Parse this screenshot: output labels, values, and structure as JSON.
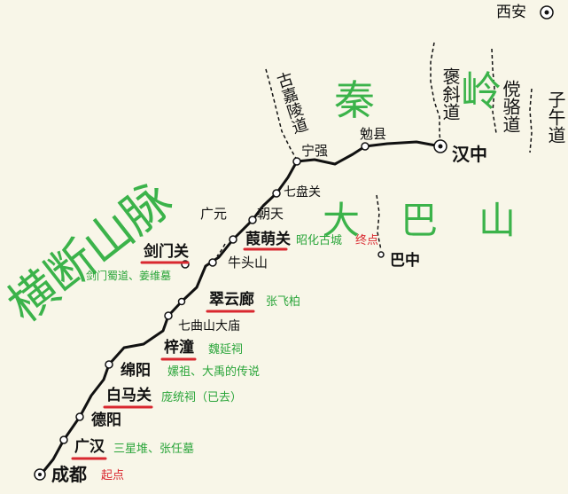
{
  "regions": {
    "hengduan": "横断山脉",
    "qinling_1": "秦",
    "qinling_2": "岭",
    "daba_1": "大",
    "daba_2": "巴",
    "daba_3": "山"
  },
  "roads": {
    "gujiaoling": "古嘉陵道",
    "baoxie": "褒斜道",
    "tangluo": "傥骆道",
    "ziwu": "子午道"
  },
  "cities": {
    "xian": "西安",
    "hanzhong": "汉中",
    "mianxian": "勉县",
    "ningqiang": "宁强",
    "qipanguan": "七盘关",
    "guangyuan": "广元",
    "chaotian": "朝天",
    "jiamengguan": "葭萌关",
    "bazhong": "巴中",
    "niutoushan": "牛头山",
    "jianmenguan": "剑门关",
    "cuiyunlang": "翠云廊",
    "qiqushan": "七曲山大庙",
    "zitong": "梓潼",
    "mianyang": "绵阳",
    "baimaguan": "白马关",
    "deyang": "德阳",
    "guanghan": "广汉",
    "chengdu": "成都"
  },
  "notes": {
    "zhaohua": "昭化古城",
    "end": "终点",
    "jianmen": "剑门蜀道、姜维墓",
    "cuiyun": "张飞柏",
    "zitong_1": "魏延祠",
    "zitong_2": "嫘祖、大禹的传说",
    "baima": "庞统祠（已去）",
    "guanghan": "三星堆、张任墓",
    "start": "起点"
  },
  "colors": {
    "background": "#f8f6e8",
    "region_text": "#3bb34a",
    "note_green": "#2aa53a",
    "note_red": "#d9282f",
    "route": "#111111"
  }
}
